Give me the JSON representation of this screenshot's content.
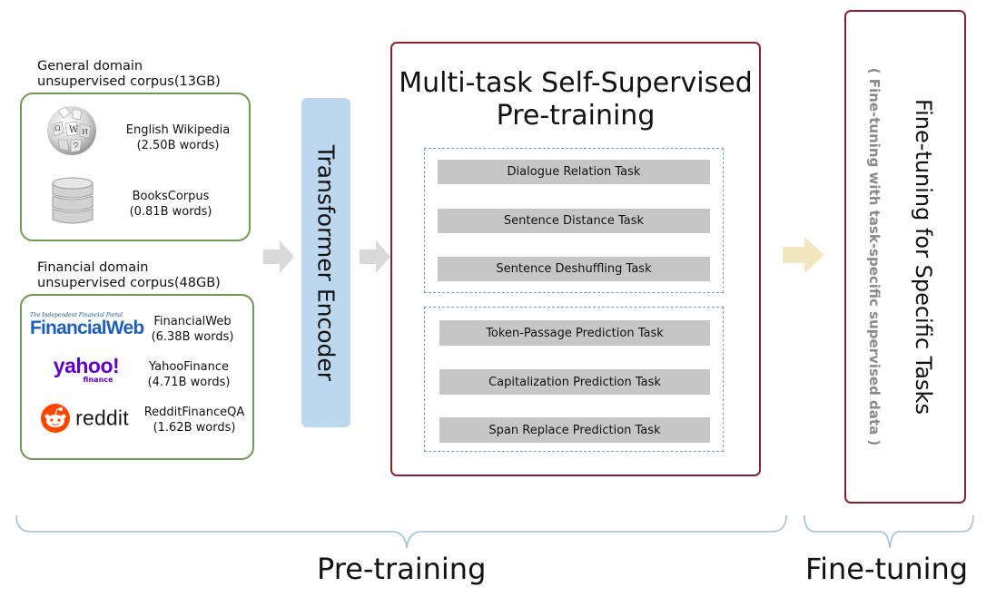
{
  "general_corpus": {
    "label_line1": "General domain",
    "label_line2": "unsupervised corpus",
    "size": "(13GB)",
    "sources": [
      {
        "name": "English Wikipedia",
        "words": "(2.50B words)",
        "icon": "wikipedia-globe-icon"
      },
      {
        "name": "BooksCorpus",
        "words": "(0.81B words)",
        "icon": "database-cylinder-icon"
      }
    ]
  },
  "financial_corpus": {
    "label_line1": "Financial domain",
    "label_line2": "unsupervised corpus",
    "size": "(48GB)",
    "sources": [
      {
        "name": "FinancialWeb",
        "words": "(6.38B words)",
        "logo_text": "FinancialWeb",
        "logo_small": "The Independent Financial Portal"
      },
      {
        "name": "YahooFinance",
        "words": "(4.71B words)",
        "logo_text": "yahoo!",
        "logo_small": "finance"
      },
      {
        "name": "RedditFinanceQA",
        "words": "(1.62B words)",
        "logo_text": "reddit"
      }
    ]
  },
  "encoder": {
    "label": "Transformer Encoder"
  },
  "pretraining": {
    "title_line1": "Multi-task Self-Supervised",
    "title_line2": "Pre-training",
    "group1": [
      "Dialogue Relation Task",
      "Sentence Distance Task",
      "Sentence Deshuffling Task"
    ],
    "group2": [
      "Token-Passage Prediction Task",
      "Capitalization Prediction Task",
      "Span Replace Prediction Task"
    ]
  },
  "finetuning": {
    "title": "Fine-tuning for Specific Tasks",
    "subtitle": "( Fine-tuning with task-specific supervised data )"
  },
  "phases": {
    "pretraining": "Pre-training",
    "finetuning": "Fine-tuning"
  },
  "colors": {
    "corpus_border": "#6f9a55",
    "encoder_fill": "#bcd7ee",
    "panel_border": "#8e1f2d",
    "task_fill": "#c6c6c6",
    "task_group_border": "#6f9fcf",
    "gray_arrow": "#d9d9d9",
    "yellow_arrow": "#f1e6bd",
    "brace": "#9ec1e3"
  }
}
